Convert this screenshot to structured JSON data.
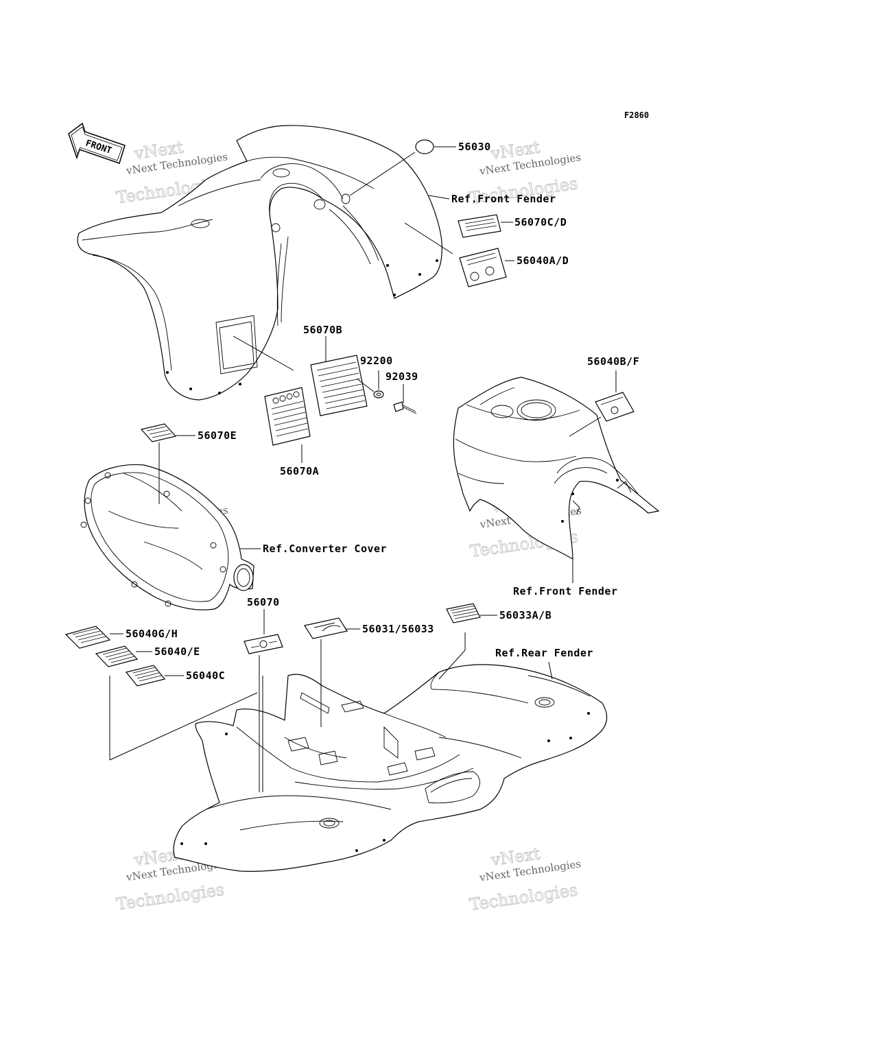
{
  "diagram_code": "F2860",
  "front_marker": "FRONT",
  "watermark": {
    "line1": "vNext Technologies",
    "line2": "vNext",
    "line3": "Technologies"
  },
  "labels": {
    "p56030": "56030",
    "ref_front_fender_top": "Ref.Front Fender",
    "p56070cd": "56070C/D",
    "p56040ad": "56040A/D",
    "p56070b": "56070B",
    "p92200": "92200",
    "p92039": "92039",
    "p56040bf": "56040B/F",
    "p56070e": "56070E",
    "p56070a": "56070A",
    "ref_converter_cover": "Ref.Converter Cover",
    "ref_front_fender_mid": "Ref.Front Fender",
    "p56070": "56070",
    "p56033ab": "56033A/B",
    "p56031_56033": "56031/56033",
    "p56040gh": "56040G/H",
    "p56040e": "56040/E",
    "p56040c": "56040C",
    "ref_rear_fender": "Ref.Rear Fender"
  }
}
